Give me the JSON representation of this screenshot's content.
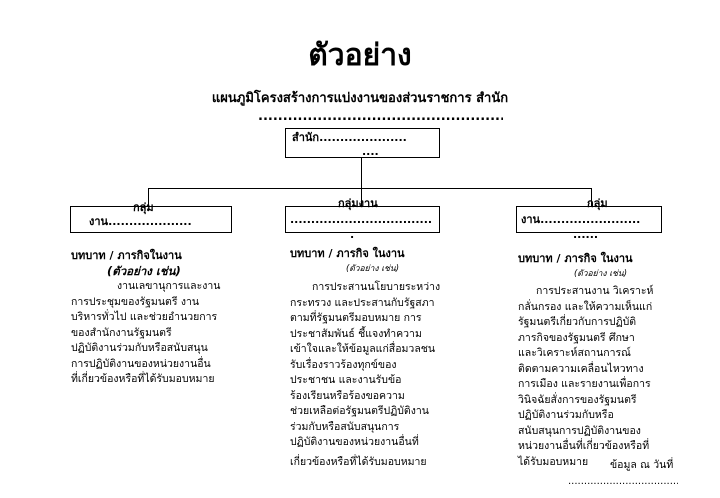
{
  "title": "ตัวอย่าง",
  "subtitle": "แผนภูมิโครงสร้างการแบ่งงานของส่วนราชการ สำนัก",
  "subtitle_dots": "......................................................",
  "org": {
    "top_line1": "สำนัก.....................",
    "top_line2": "....",
    "left_line1": "กลุ่ม",
    "left_line2": "งาน....................",
    "mid_line1": "กลุ่มงาน",
    "mid_line2": "..................................",
    "mid_line3": ".",
    "right_line1": "กลุ่ม",
    "right_line2": "งาน........................",
    "right_line3": "......"
  },
  "left_col": {
    "heading": "บทบาท / ภารกิจในงาน",
    "example": "(ตัวอย่าง เช่น)",
    "lines": [
      "งานเลขานุการและงาน",
      "การประชุมของรัฐมนตรี  งาน",
      "บริหารทั่วไป  และช่วยอำนวยการ",
      "ของสำนักงานรัฐมนตรี",
      "ปฏิบัติงานร่วมกับหรือสนับสนุน",
      "การปฏิบัติงานของหน่วยงานอื่น",
      "ที่เกี่ยวข้องหรือที่ได้รับมอบหมาย"
    ]
  },
  "mid_col": {
    "heading": "บทบาท / ภารกิจ ในงาน",
    "example": "(ตัวอย่าง เช่น)",
    "lines": [
      "การประสานนโยบายระหว่าง",
      "กระทรวง  และประสานกับรัฐสภา",
      "ตามที่รัฐมนตรีมอบหมาย การ",
      "ประชาสัมพันธ์  ชี้แจงทำความ",
      "เข้าใจและให้ข้อมูลแก่สื่อมวลชน",
      "รับเรื่องราวร้องทุกข์ของ",
      "ประชาชน  และงานรับข้อ",
      "ร้องเรียนหรือร้องขอความ",
      "ช่วยเหลือต่อรัฐมนตรีปฏิบัติงาน",
      "ร่วมกับหรือสนับสนุนการ",
      "ปฏิบัติงานของหน่วยงานอื่นที่",
      "เกี่ยวข้องหรือที่ได้รับมอบหมาย"
    ]
  },
  "right_col": {
    "heading": "บทบาท / ภารกิจ ในงาน",
    "example": "(ตัวอย่าง เช่น)",
    "lines": [
      "การประสานงาน  วิเคราะห์",
      "กลั่นกรอง  และให้ความเห็นแก่",
      "รัฐมนตรีเกี่ยวกับการปฏิบัติ",
      "ภารกิจของรัฐมนตรี  ศึกษา",
      "และวิเคราะห์สถานการณ์",
      "ติดตามความเคลื่อนไหวทาง",
      "การเมือง  และรายงานเพื่อการ",
      "วินิจฉัยสั่งการของรัฐมนตรี",
      "ปฏิบัติงานร่วมกับหรือ",
      "สนับสนุนการปฏิบัติงานของ",
      "หน่วยงานอื่นที่เกี่ยวข้องหรือที่",
      "ได้รับมอบหมาย"
    ]
  },
  "footer": "ข้อมูล ณ วันที่",
  "footer_dots": "...................................."
}
